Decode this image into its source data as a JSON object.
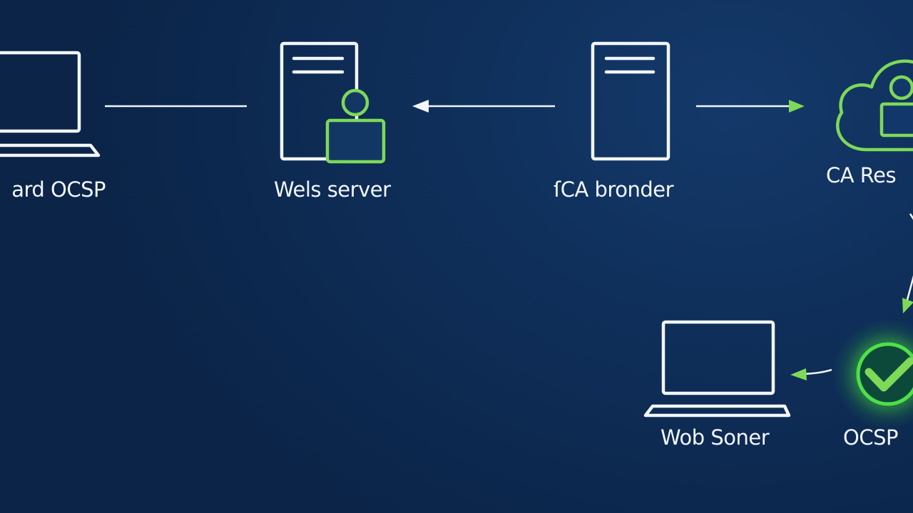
{
  "nodes": {
    "left_laptop": {
      "label": "ard OCSP",
      "icon": "laptop-icon"
    },
    "web_server": {
      "label": "Wels server",
      "icon": "server-user-icon"
    },
    "ca_responder": {
      "label": "ſCA bronder",
      "icon": "server-icon"
    },
    "ca_right": {
      "label": "CA Res",
      "icon": "cloud-user-icon"
    },
    "bottom_laptop": {
      "label": "Wob Soner",
      "icon": "laptop-icon"
    },
    "ocsp_check": {
      "label": "OCSP",
      "icon": "checkmark-circle-icon"
    }
  },
  "colors": {
    "background": "#0f2f5a",
    "stroke_white": "#f2f6fb",
    "accent_green": "#7ed957",
    "glow_green": "#4fe04a"
  }
}
